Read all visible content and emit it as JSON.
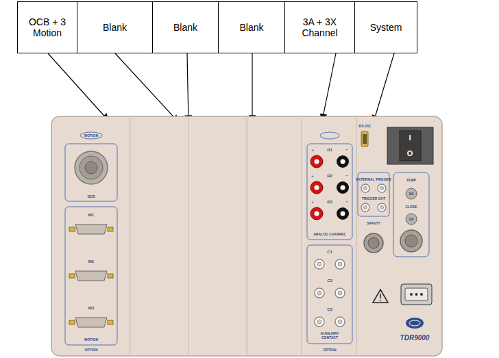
{
  "diagram": {
    "nodes": [
      {
        "text": [
          "OCB + 3 Motion"
        ]
      },
      {
        "text": [
          "Blank"
        ]
      },
      {
        "text": [
          "Blank"
        ]
      },
      {
        "text": [
          "Blank"
        ]
      },
      {
        "text": [
          "3A + 3X Channel"
        ]
      },
      {
        "text": [
          "System"
        ]
      }
    ],
    "labels": [
      "MOTION",
      "OCB",
      "M1",
      "M2",
      "M3",
      "MOTION",
      "OPTION",
      "+",
      "R1",
      "−",
      "+",
      "R2",
      "−",
      "+",
      "R3",
      "−",
      "ANALOG CHANNEL",
      "C1",
      "C2",
      "C3",
      "AUXILIARY CONTACT",
      "OPTION",
      "RS-232",
      "EXTERNAL TRIGGER",
      "TRIGGER OUT",
      "SAFETY",
      "TEMP",
      "3A",
      "CLOSE",
      "3A",
      "TDR9000",
      "I",
      "O"
    ]
  }
}
